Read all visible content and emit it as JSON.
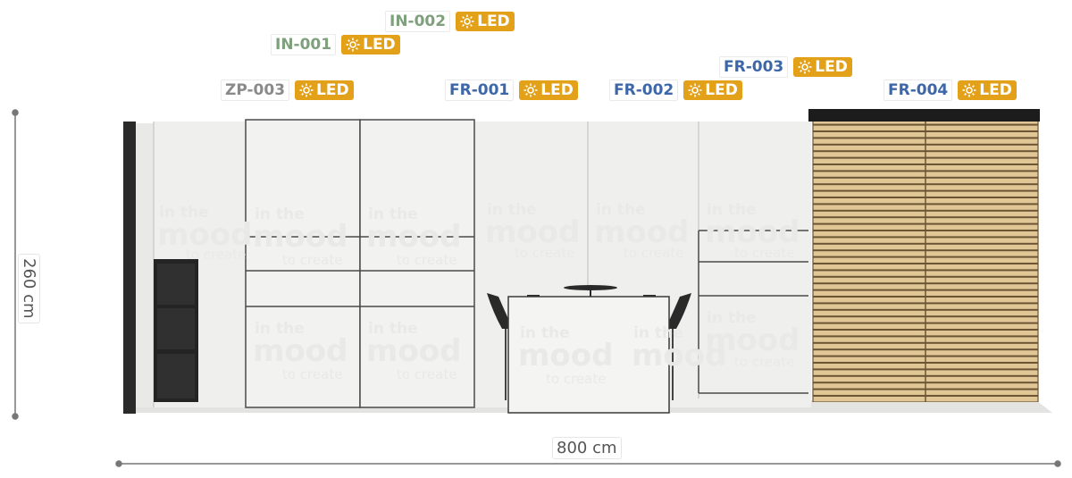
{
  "dimensions": {
    "height_label": "260 cm",
    "width_label": "800 cm"
  },
  "watermark": {
    "line1": "in the",
    "line2": "mood",
    "line3": "to create"
  },
  "tags": [
    {
      "code": "IN-002",
      "badge": "LED",
      "color": "#7fa07c"
    },
    {
      "code": "IN-001",
      "badge": "LED",
      "color": "#7fa07c"
    },
    {
      "code": "ZP-003",
      "badge": "LED",
      "color": "#8a8a8a"
    },
    {
      "code": "FR-001",
      "badge": "LED",
      "color": "#3d67a8"
    },
    {
      "code": "FR-002",
      "badge": "LED",
      "color": "#3d67a8"
    },
    {
      "code": "FR-003",
      "badge": "LED",
      "color": "#3d67a8"
    },
    {
      "code": "FR-004",
      "badge": "LED",
      "color": "#3d67a8"
    }
  ],
  "colors": {
    "led_badge": "#e3a019",
    "panel": "#efefed",
    "slat_light": "#e0c795",
    "slat_dark": "#6b5433"
  }
}
